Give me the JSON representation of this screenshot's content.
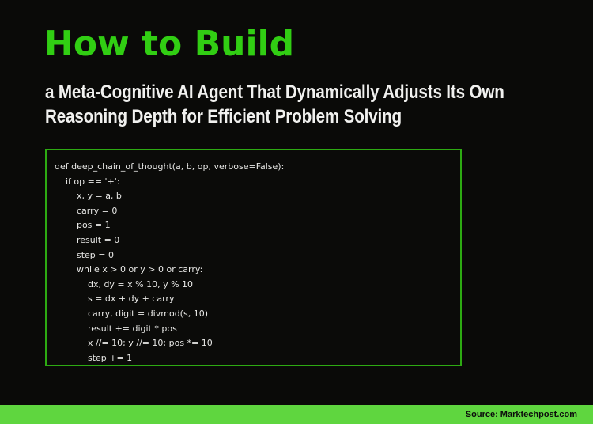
{
  "colors": {
    "background": "#0a0a08",
    "title_green": "#31ce13",
    "code_border_green": "#2daa12",
    "footer_bar_green": "#5fd63f",
    "subtitle_white": "#f1f1ef",
    "code_text": "#e8e8e6",
    "footer_text": "#0c0c0c"
  },
  "header": {
    "title": "How to Build",
    "subtitle_lines": [
      "a Meta-Cognitive AI Agent That Dynamically Adjusts Its Own",
      "Reasoning Depth for Efficient Problem Solving"
    ]
  },
  "code_block": {
    "code": "def deep_chain_of_thought(a, b, op, verbose=False):\n    if op == '+':\n        x, y = a, b\n        carry = 0\n        pos = 1\n        result = 0\n        step = 0\n        while x > 0 or y > 0 or carry:\n            dx, dy = x % 10, y % 10\n            s = dx + dy + carry\n            carry, digit = divmod(s, 10)\n            result += digit * pos\n            x //= 10; y //= 10; pos *= 10\n            step += 1"
  },
  "footer": {
    "source_label": "Source: Marktechpost.com"
  }
}
